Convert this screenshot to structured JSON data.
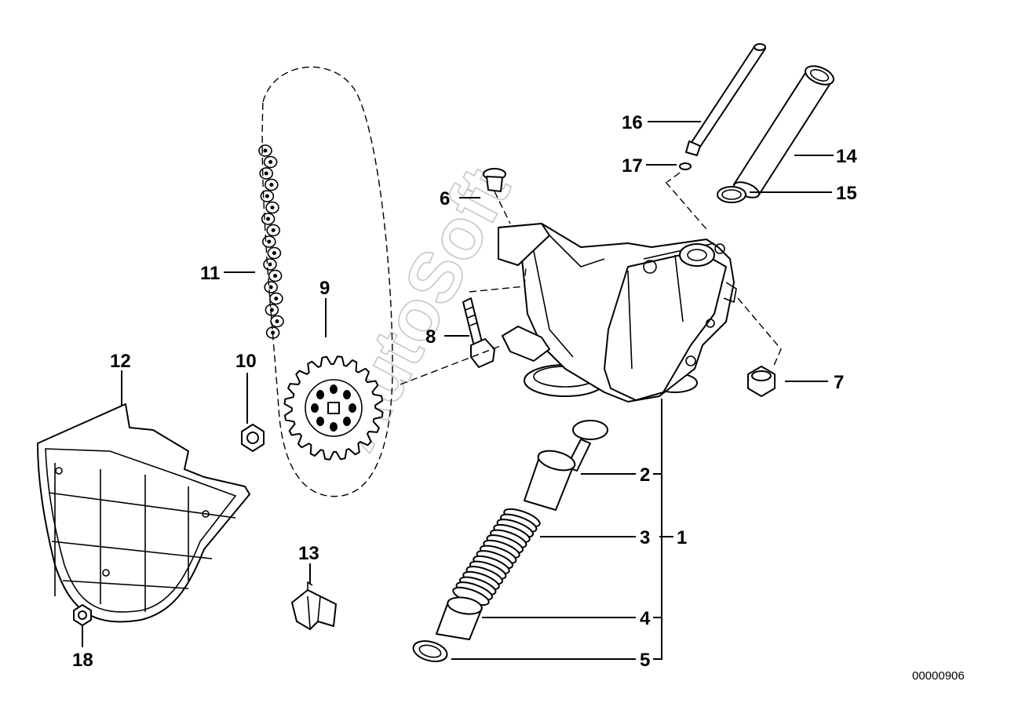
{
  "diagram": {
    "reference_number": "00000906",
    "watermark": "AutoSoft",
    "callouts": {
      "p1": "1",
      "p2": "2",
      "p3": "3",
      "p4": "4",
      "p5": "5",
      "p6": "6",
      "p7": "7",
      "p8": "8",
      "p9": "9",
      "p10": "10",
      "p11": "11",
      "p12": "12",
      "p13": "13",
      "p14": "14",
      "p15": "15",
      "p16": "16",
      "p17": "17",
      "p18": "18"
    }
  }
}
